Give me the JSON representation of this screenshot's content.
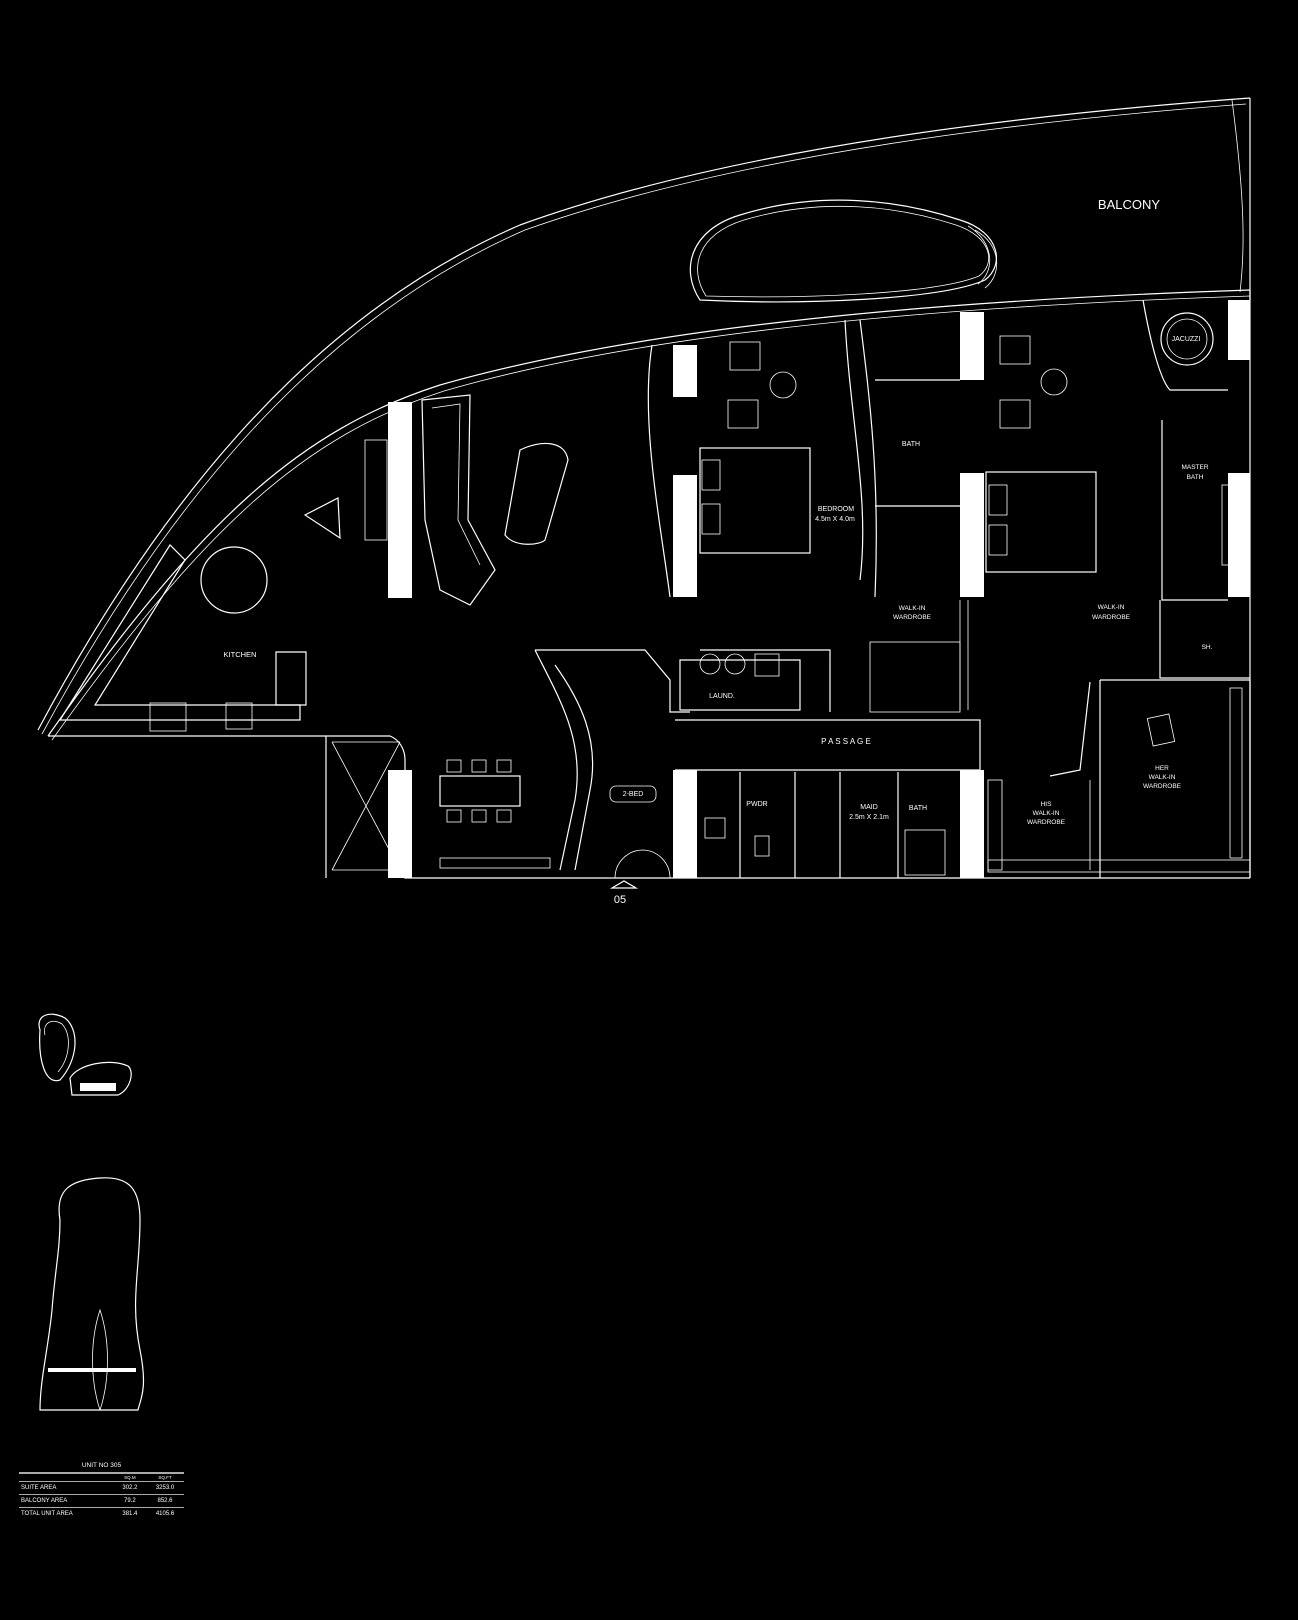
{
  "labels": {
    "balcony": "BALCONY",
    "jacuzzi": "JACUZZI",
    "kitchen": "KITCHEN",
    "bedroom": "BEDROOM",
    "bedroom_size": "4.5m X 4.0m",
    "bath_1": "BATH",
    "walkin_1_line1": "WALK-IN",
    "walkin_1_line2": "WARDROBE",
    "master_bath_line1": "MASTER",
    "master_bath_line2": "BATH",
    "walkin_2_line1": "WALK-IN",
    "walkin_2_line2": "WARDROBE",
    "shower": "SH.",
    "laundry": "LAUND.",
    "passage": "P A S S A G E",
    "her_line1": "HER",
    "her_line2": "WALK-IN",
    "her_line3": "WARDROBE",
    "his_line1": "HIS",
    "his_line2": "WALK-IN",
    "his_line3": "WARDROBE",
    "two_bed": "2-BED",
    "powder": "PWDR",
    "maid": "MAID",
    "maid_size": "2.5m X 2.1m",
    "bath_2": "BATH",
    "entrance": "05"
  },
  "area_table": {
    "title": "UNIT NO 305",
    "col_sqm": "SQ.M",
    "col_sqft": "SQ.FT",
    "rows": [
      {
        "name": "SUITE AREA",
        "sqm": "302.2",
        "sqft": "3253.0"
      },
      {
        "name": "BALCONY AREA",
        "sqm": "79.2",
        "sqft": "852.6"
      },
      {
        "name": "TOTAL UNIT AREA",
        "sqm": "381.4",
        "sqft": "4105.6"
      }
    ]
  }
}
